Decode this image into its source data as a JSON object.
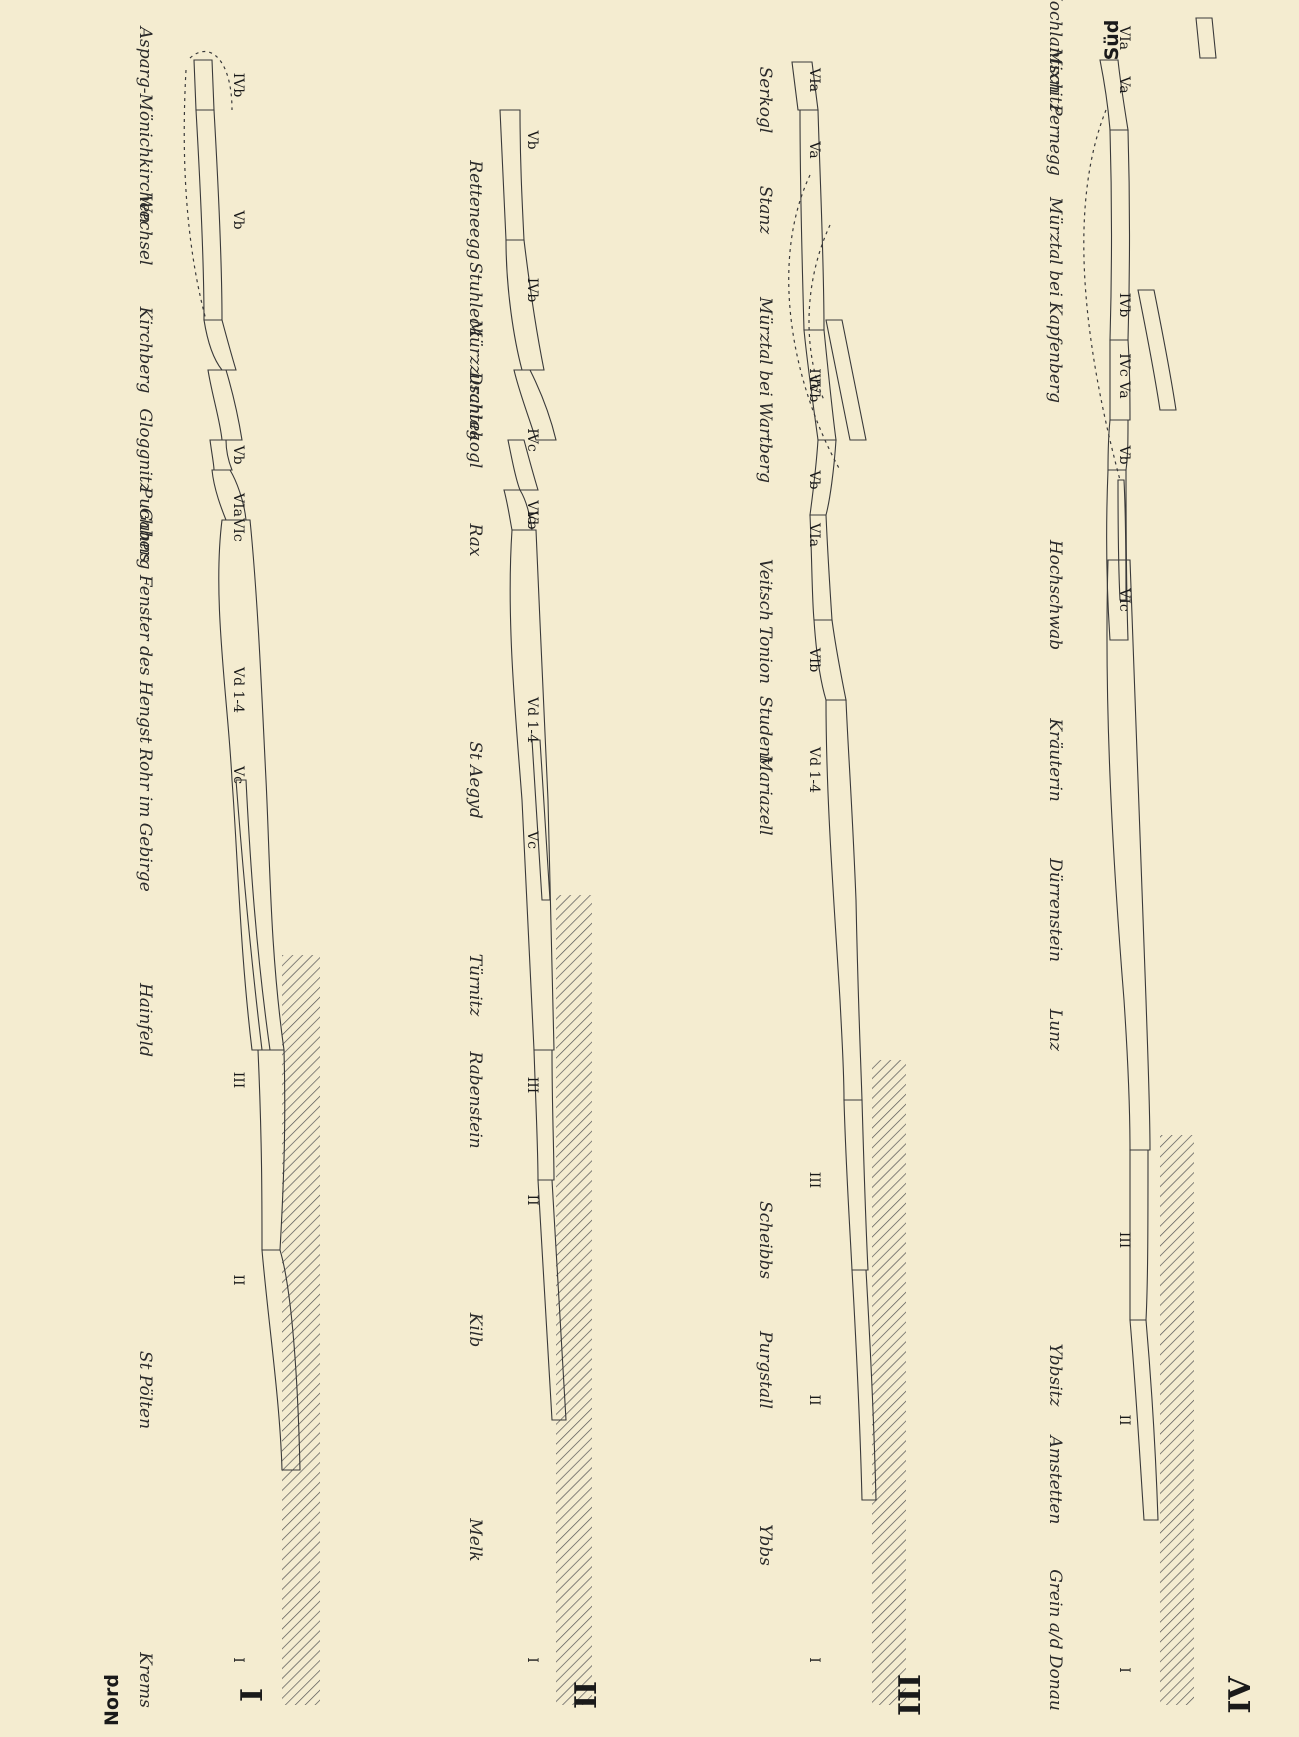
{
  "orientation": {
    "south_label": "Süd",
    "north_label": "Nord"
  },
  "colors": {
    "background": "#f4ecd0",
    "unit_I": "#d8d2c0",
    "unit_II": "#dcd6cc",
    "unit_III": "#eef0a8",
    "unit_IV": "#f4c2b0",
    "unit_Va": "#f0eac8",
    "unit_Vb": "#d6da80",
    "unit_Vc": "#b9c6b4",
    "unit_Vd": "#a7d2c4",
    "unit_VI": "#c8d460",
    "unit_VIb": "#e8e070",
    "basement": "#666666"
  },
  "sections": [
    {
      "id": "I",
      "label": "I",
      "places": [
        "Asparg-Mönichkirchen",
        "Wechsel",
        "Kirchberg",
        "Gloggnitz",
        "Gahns",
        "Puchberg Fenster des Hengst",
        "Rohr im Gebirge",
        "Hainfeld",
        "St Pölten",
        "Krems"
      ],
      "units": [
        "IVb",
        "Vb",
        "VIa",
        "VIc",
        "Vb",
        "Vd 1-4",
        "Vc",
        "III",
        "II",
        "I"
      ]
    },
    {
      "id": "II",
      "label": "II",
      "places": [
        "Retteneegg",
        "Stuhleck",
        "Mürzzuschlag",
        "Drahtekogl",
        "Rax",
        "St Aegyd",
        "Türnitz",
        "Rabenstein",
        "Kilb",
        "Melk"
      ],
      "units": [
        "Vb",
        "IVb",
        "IVc",
        "Vb",
        "VIc",
        "Vd 1-4",
        "Vc",
        "III",
        "II",
        "I"
      ]
    },
    {
      "id": "III",
      "label": "III",
      "places": [
        "Serkogl",
        "Stanz",
        "Mürztal bei Wartberg",
        "Veitsch",
        "Tonion",
        "Student",
        "Mariazell",
        "Scheibbs",
        "Purgstall",
        "Ybbs"
      ],
      "units": [
        "VIa",
        "Va",
        "IVb",
        "IVc",
        "Vb",
        "VIa",
        "VIb",
        "Vd 1-4",
        "III",
        "II",
        "I"
      ]
    },
    {
      "id": "IV",
      "label": "IV",
      "places": [
        "Hochlantsch",
        "Mixnitz",
        "Pernegg",
        "Mürztal bei Kapfenberg",
        "Hochschwab",
        "Kräuterin",
        "Dürrenstein",
        "Lunz",
        "Ybbsitz",
        "Amstetten",
        "Grein a/d Donau"
      ],
      "units": [
        "VIa",
        "Va",
        "IVb",
        "Va",
        "IVc",
        "Vb",
        "VIc",
        "III",
        "II",
        "I"
      ]
    }
  ]
}
